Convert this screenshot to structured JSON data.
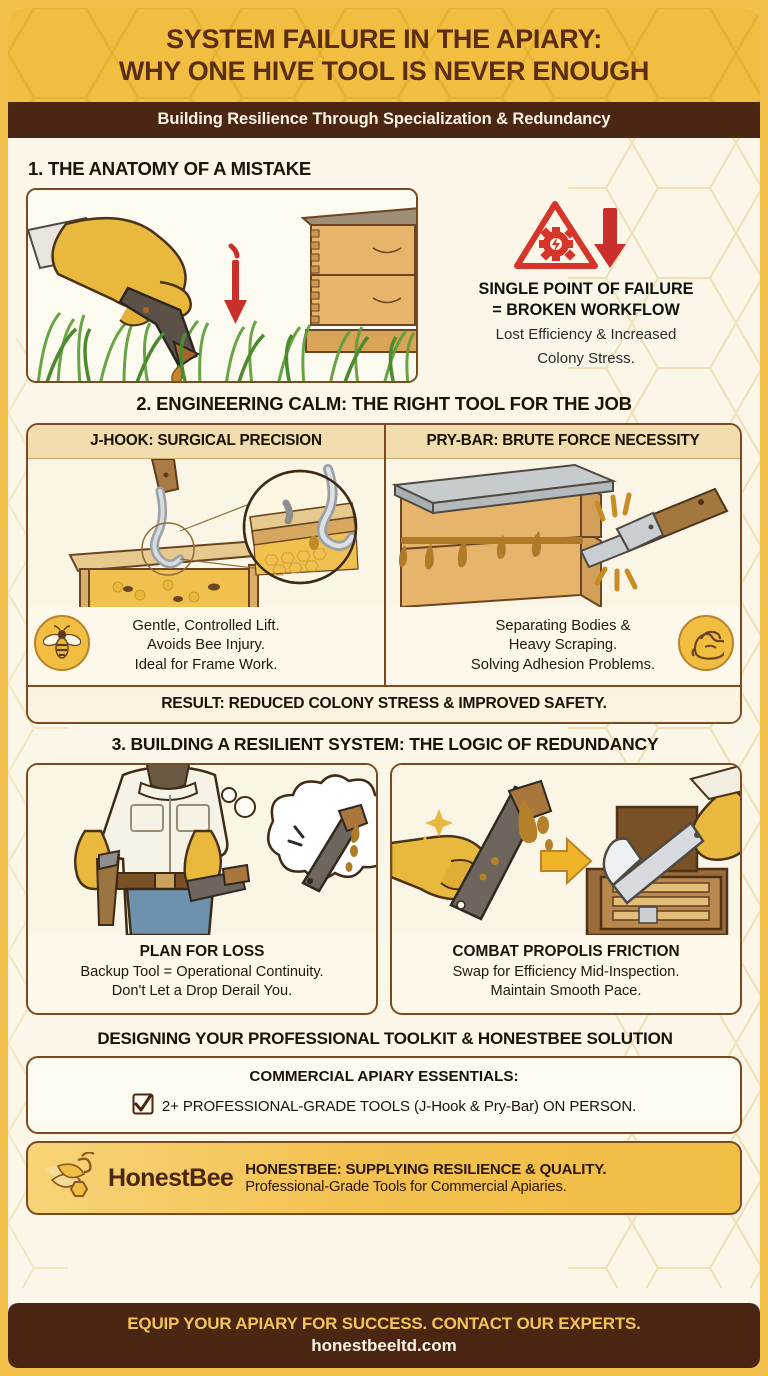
{
  "header": {
    "title_line1": "SYSTEM FAILURE IN THE APIARY:",
    "title_line2": "WHY ONE HIVE TOOL IS NEVER ENOUGH",
    "subtitle": "Building Resilience Through Specialization & Redundancy"
  },
  "section1": {
    "heading": "1. THE ANATOMY OF A MISTAKE",
    "illustration_alt": "gloved-hand-dropping-hive-tool-in-grass",
    "warning_icon": "warning-triangle-gear-down-arrow-icon",
    "callout_line1": "SINGLE POINT OF FAILURE",
    "callout_line2": "= BROKEN WORKFLOW",
    "sub_line1": "Lost Efficiency & Increased",
    "sub_line2": "Colony Stress."
  },
  "section2": {
    "heading": "2. ENGINEERING CALM: THE RIGHT TOOL FOR THE JOB",
    "columns": [
      {
        "title": "J-HOOK: SURGICAL PRECISION",
        "badge_icon": "bee-icon",
        "illustration_alt": "j-hook-lifting-frame-with-magnified-detail",
        "lines": [
          "Gentle, Controlled Lift.",
          "Avoids Bee Injury.",
          "Ideal for Frame Work."
        ]
      },
      {
        "title": "PRY-BAR: BRUTE FORCE NECESSITY",
        "badge_icon": "flexed-biceps-icon",
        "illustration_alt": "pry-bar-separating-propolised-hive-bodies",
        "lines": [
          "Separating Bodies &",
          "Heavy Scraping.",
          "Solving Adhesion Problems."
        ]
      }
    ],
    "result": "RESULT: REDUCED COLONY STRESS & IMPROVED SAFETY."
  },
  "section3": {
    "heading": "3. BUILDING A RESILIENT SYSTEM: THE LOGIC OF REDUNDANCY",
    "cards": [
      {
        "title": "PLAN FOR LOSS",
        "illustration_alt": "beekeeper-with-two-tools-on-belt-thinking-of-dropped-tool",
        "lines": [
          "Backup Tool = Operational Continuity.",
          "Don't Let a Drop Derail You."
        ]
      },
      {
        "title": "COMBAT PROPOLIS FRICTION",
        "illustration_alt": "swapping-sticky-tool-for-clean-tool-from-toolbox",
        "lines": [
          "Swap for Efficiency Mid-Inspection.",
          "Maintain Smooth Pace."
        ]
      }
    ]
  },
  "section4": {
    "heading": "DESIGNING YOUR PROFESSIONAL TOOLKIT & HONESTBEE SOLUTION",
    "essentials_title": "COMMERCIAL APIARY ESSENTIALS:",
    "checkbox_icon": "checked-checkbox-icon",
    "checklist_item": "2+ PROFESSIONAL-GRADE TOOLS (J-Hook & Pry-Bar) ON PERSON.",
    "brand_logo_icon": "honestbee-bee-logo-icon",
    "brand_name": "HonestBee",
    "brand_line1": "HONESTBEE: SUPPLYING RESILIENCE & QUALITY.",
    "brand_line2": "Professional-Grade Tools for Commercial Apiaries."
  },
  "footer": {
    "cta": "EQUIP YOUR APIARY FOR SUCCESS. CONTACT OUR EXPERTS.",
    "url": "honestbeeltd.com"
  },
  "colors": {
    "gold": "#F2BE41",
    "dark_brown": "#4A2613",
    "cream": "#FBF6E7",
    "border_brown": "#7A4B22",
    "alert_red": "#D6352C",
    "glove_yellow": "#E8B93C"
  }
}
